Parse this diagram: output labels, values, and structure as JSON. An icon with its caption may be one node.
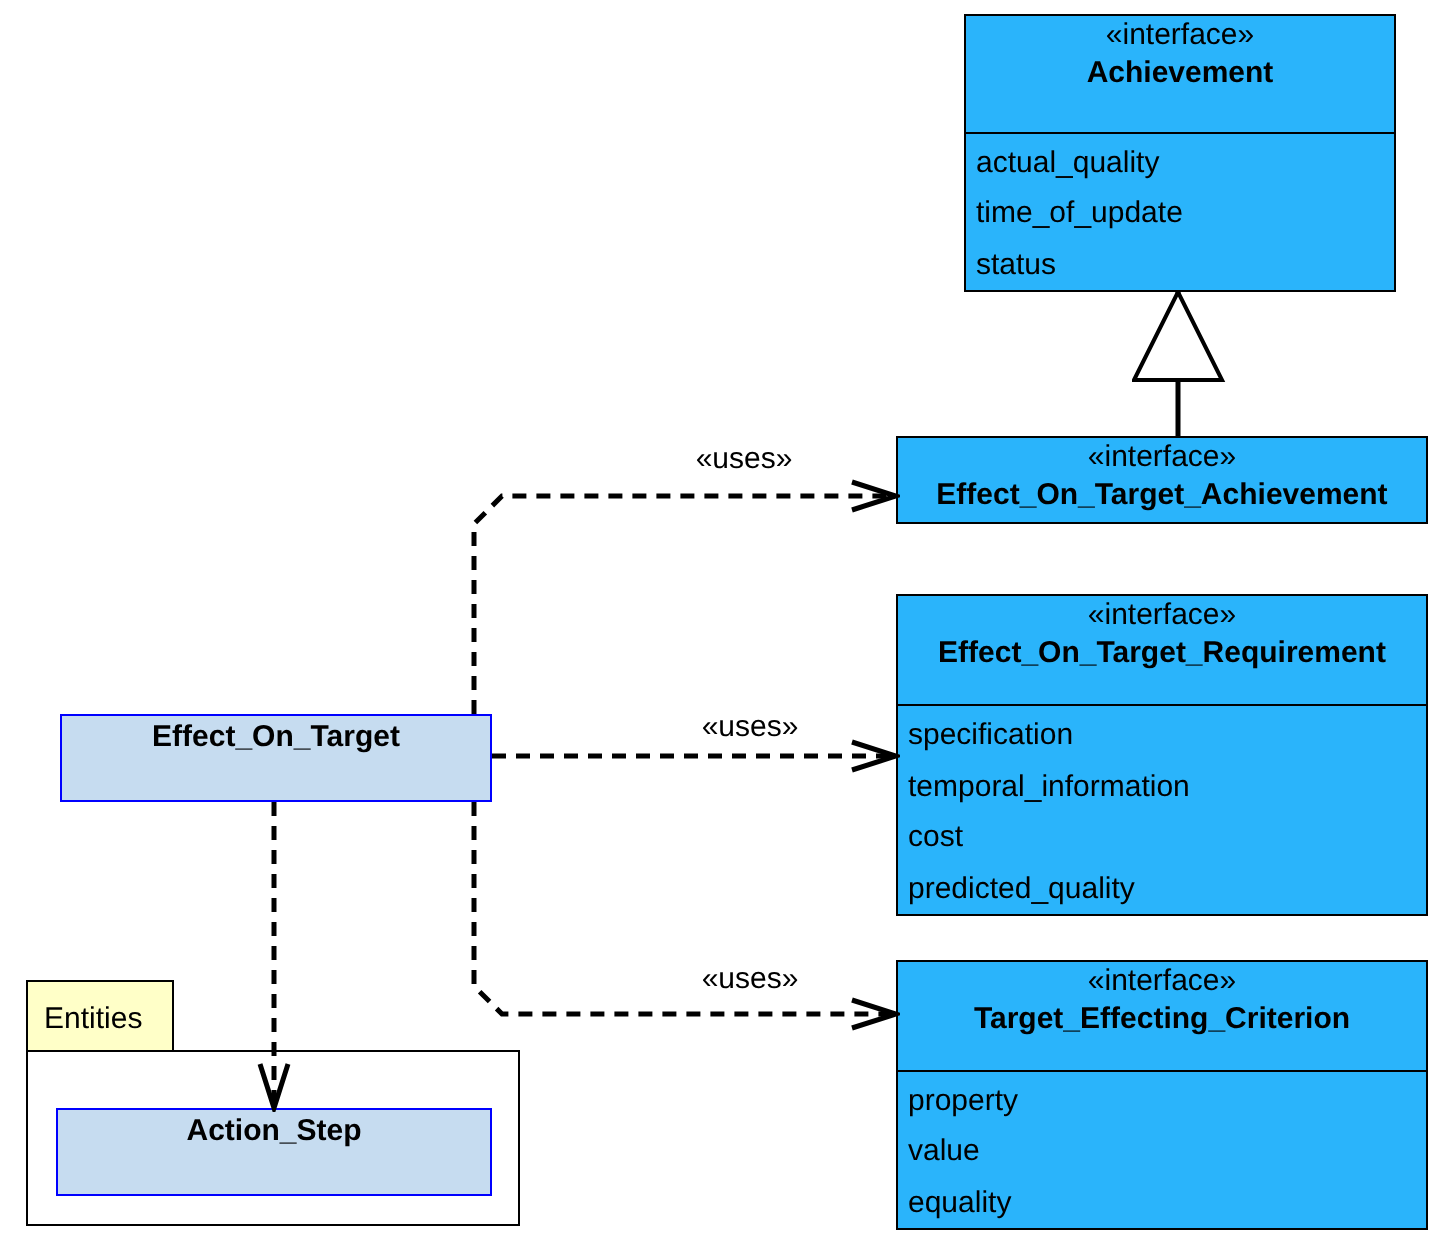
{
  "diagram": {
    "nodes": [
      {
        "text": [
          "«interface»",
          "Achievement",
          "actual_quality",
          "time_of_update",
          "status"
        ]
      },
      {
        "text": [
          "«interface»",
          "Effect_On_Target_Achievement"
        ]
      },
      {
        "text": [
          "«interface»",
          "Effect_On_Target_Requirement",
          "specification",
          "temporal_information",
          "cost",
          "predicted_quality"
        ]
      },
      {
        "text": [
          "«interface»",
          "Target_Effecting_Criterion",
          "property",
          "value",
          "equality"
        ]
      },
      {
        "text": [
          "Effect_On_Target"
        ]
      },
      {
        "text": [
          "Entities"
        ]
      },
      {
        "text": [
          "Action_Step"
        ],
        "in": 5
      }
    ],
    "edges": [
      {
        "from": 1,
        "to": 0,
        "arrow": "to"
      },
      {
        "from": 4,
        "to": 1,
        "arrow": "to",
        "label": "«uses»",
        "style": "dashed"
      },
      {
        "from": 4,
        "to": 2,
        "arrow": "to",
        "label": "«uses»",
        "style": "dashed"
      },
      {
        "from": 4,
        "to": 3,
        "arrow": "to",
        "label": "«uses»",
        "style": "dashed"
      },
      {
        "from": 4,
        "to": 6,
        "arrow": "to",
        "style": "dashed"
      }
    ]
  }
}
